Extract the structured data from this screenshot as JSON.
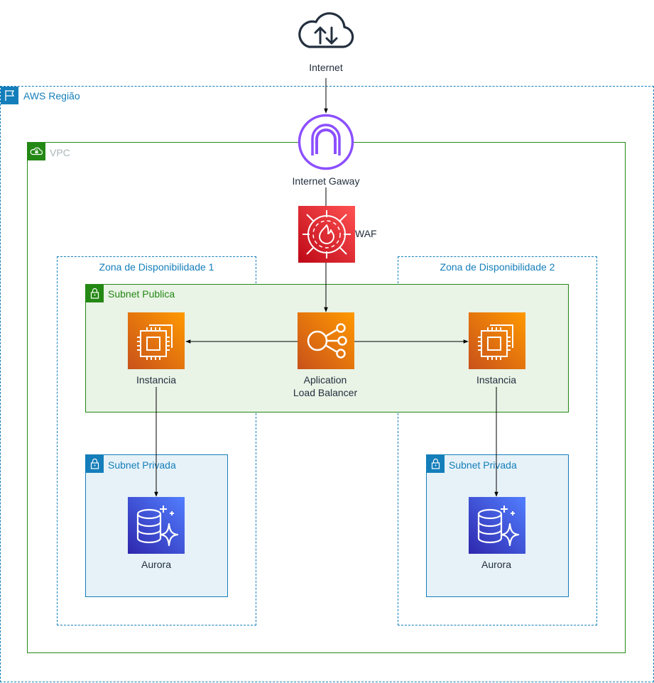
{
  "diagram": {
    "internet": {
      "label": "Internet"
    },
    "region": {
      "label": "AWS Região"
    },
    "vpc": {
      "label": "VPC"
    },
    "igw": {
      "label": "Internet Gaway"
    },
    "waf": {
      "label": "WAF"
    },
    "az1": {
      "label": "Zona de Disponibilidade 1"
    },
    "az2": {
      "label": "Zona de Disponibilidade 2"
    },
    "public_subnet": {
      "label": "Subnet Publica"
    },
    "alb": {
      "label_line1": "Aplication",
      "label_line2": "Load Balancer"
    },
    "instance_left": {
      "label": "Instancia"
    },
    "instance_right": {
      "label": "Instancia"
    },
    "private_subnet_left": {
      "label": "Subnet Privada"
    },
    "private_subnet_right": {
      "label": "Subnet Privada"
    },
    "aurora_left": {
      "label": "Aurora"
    },
    "aurora_right": {
      "label": "Aurora"
    }
  },
  "colors": {
    "region_blue": "#147eba",
    "vpc_green": "#248814",
    "igw_purple": "#8c4fff",
    "waf_red": "#dd344c",
    "compute_orange": "#ed7100",
    "db_blue": "#3b48cc"
  },
  "icons": {
    "internet": "cloud-upload-download-icon",
    "region": "flag-icon",
    "vpc": "cloud-lock-icon",
    "igw": "internet-gateway-icon",
    "waf": "waf-firewall-icon",
    "alb": "load-balancer-icon",
    "instance": "ec2-instance-icon",
    "aurora": "aurora-database-icon",
    "subnet": "padlock-icon"
  }
}
